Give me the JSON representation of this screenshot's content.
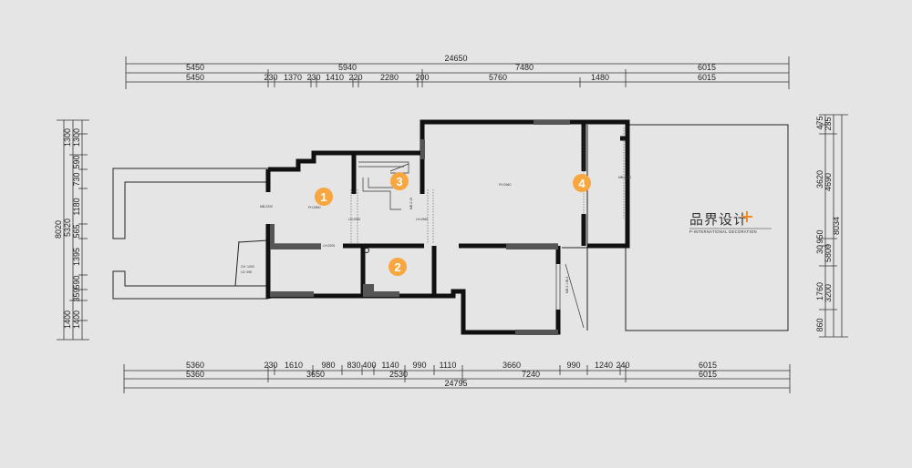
{
  "dims": {
    "top_total": "24650",
    "top_row1": [
      "5450",
      "5940",
      "7480",
      "6015"
    ],
    "top_row2": [
      "5450",
      "230",
      "1370",
      "230",
      "1410",
      "220",
      "2280",
      "200",
      "5760",
      "1480",
      "6015"
    ],
    "bottom_row1": [
      "5360",
      "230",
      "1610",
      "980",
      "830",
      "400",
      "1140",
      "990",
      "1110",
      "3660",
      "990",
      "1240",
      "240",
      "6015"
    ],
    "bottom_row2": [
      "5360",
      "3650",
      "2530",
      "7240",
      "6015"
    ],
    "bottom_total": "24795",
    "left_total": "8020",
    "left_row1": [
      "1300",
      "1300",
      "590",
      "730",
      "1180",
      "565",
      "1395",
      "590",
      "359",
      "1400",
      "1400"
    ],
    "left_row2": [
      "5320"
    ],
    "right_total": "8034",
    "right_row1": [
      "475",
      "235",
      "3620",
      "950",
      "30",
      "1760",
      "860"
    ],
    "right_row2": [
      "4690",
      "5800",
      "3200"
    ]
  },
  "rooms": [
    "1",
    "2",
    "3",
    "4"
  ],
  "notes": {
    "mb1": "MB:2200",
    "fh1": "FH:2690",
    "lh1": "LH:2960",
    "lh2": "LH:2960",
    "mb_stair": "MB:2.15",
    "lh_bottom": "LH:2200",
    "fh2": "FH:2640",
    "mb2": "MB:2200",
    "ch": "CH: 1000",
    "ld": "LD: 990",
    "side_note": "MB:2.1 BL3"
  },
  "brand": {
    "name": "品界设计",
    "tagline": "P-INTERNATIONAL DECORATION",
    "accent": "#f28c28"
  },
  "colors": {
    "background": "#e5e5e5",
    "wall": "#111111",
    "room_marker": "#f7a640"
  }
}
